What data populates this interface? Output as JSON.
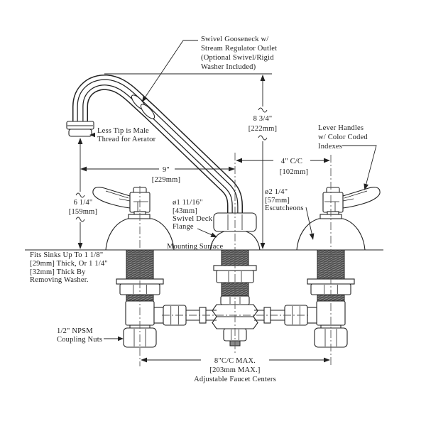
{
  "drawing": {
    "subject": "two-handle deck-mount faucet with swivel gooseneck, front elevation",
    "ink_color": "#222222",
    "background_color": "#ffffff",
    "thread_fill_color": "#4f4f4f"
  },
  "labels": {
    "gooseneck": [
      "Swivel Gooseneck w/",
      "Stream Regulator Outlet",
      "(Optional Swivel/Rigid",
      "Washer Included)"
    ],
    "tip": [
      "Less Tip is Male",
      "Thread for Aerator"
    ],
    "lever": [
      "Lever Handles",
      "w/ Color Coded",
      "Indexes"
    ],
    "deck_flange": [
      "ø1 11/16\"",
      "[43mm]",
      "Swivel Deck",
      "Flange"
    ],
    "mounting_surface": "Mounting Surface",
    "escutcheons": [
      "ø2 1/4\"",
      "[57mm]",
      "Escutcheons"
    ],
    "sink_thickness": [
      "Fits Sinks Up To 1 1/8\"",
      "[29mm] Thick, Or 1 1/4\"",
      "[32mm] Thick By",
      "Removing Washer."
    ],
    "coupling_nuts": [
      "1/2\" NPSM",
      "Coupling Nuts"
    ]
  },
  "dims": {
    "spout_height": [
      "8 3/4\"",
      "[222mm]"
    ],
    "spout_reach": [
      "9\"",
      "[229mm]"
    ],
    "handle_cc": [
      "4\" C/C",
      "[102mm]"
    ],
    "tip_height": [
      "6 1/4\"",
      "[159mm]"
    ],
    "faucet_centers": [
      "8\"C/C MAX.",
      "[203mm MAX.]",
      "Adjustable Faucet Centers"
    ]
  }
}
